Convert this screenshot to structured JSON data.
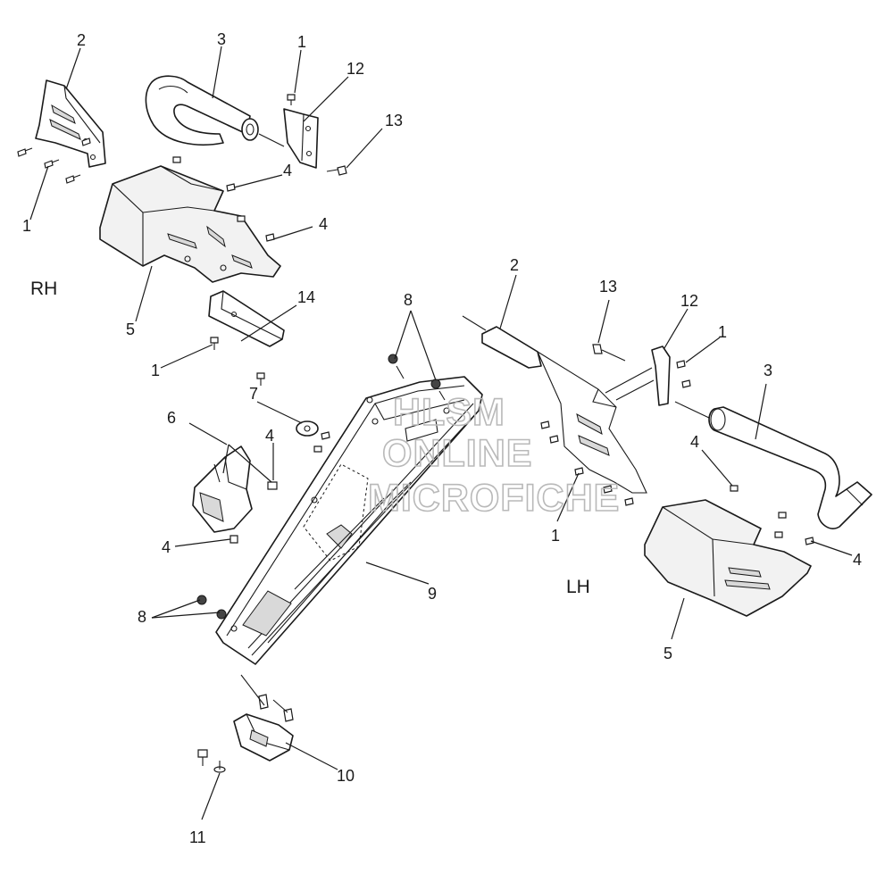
{
  "side_labels": {
    "right": "RH",
    "left": "LH"
  },
  "watermark": {
    "line1": "HLSM",
    "line2": "ONLINE",
    "line3": "MICROFICHE"
  },
  "callouts": [
    "2",
    "3",
    "1",
    "12",
    "13",
    "4",
    "1",
    "4",
    "5",
    "14",
    "1",
    "8",
    "7",
    "6",
    "4",
    "4",
    "8",
    "9",
    "10",
    "11",
    "2",
    "13",
    "12",
    "1",
    "3",
    "4",
    "1",
    "4",
    "5"
  ],
  "colors": {
    "line": "#1a1a1a",
    "watermark": "#b9b9b9",
    "background": "#ffffff"
  }
}
